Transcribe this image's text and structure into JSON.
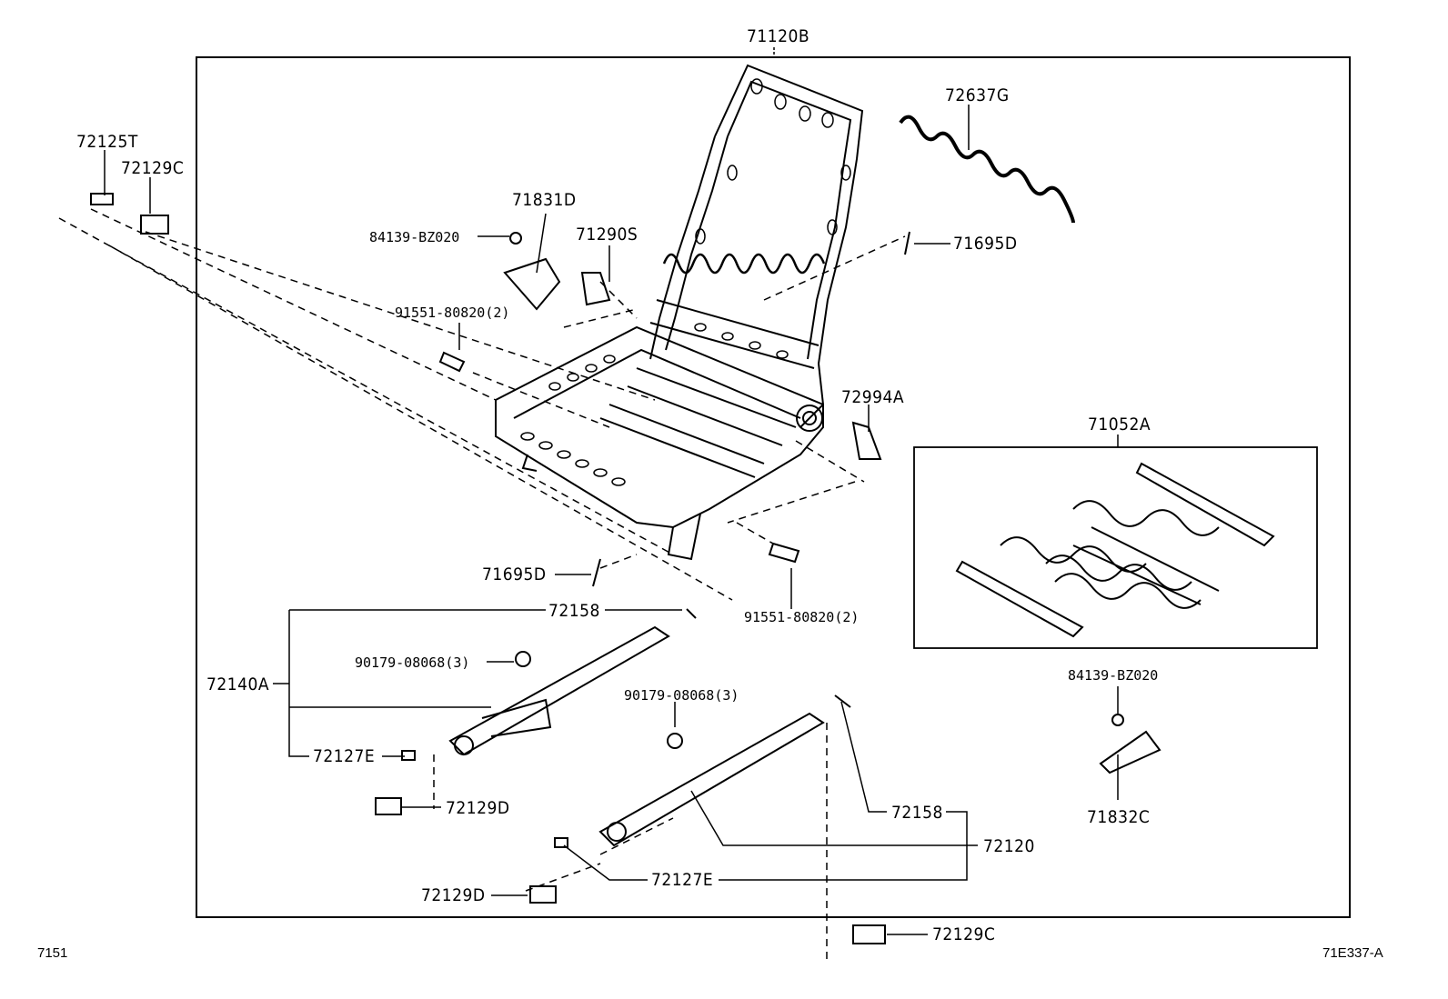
{
  "labels": {
    "l_71120B": "71120B",
    "l_72125T": "72125T",
    "l_72129C_a": "72129C",
    "l_72637G": "72637G",
    "l_71831D": "71831D",
    "l_84139_a": "84139-BZ020",
    "l_71290S": "71290S",
    "l_71695D_a": "71695D",
    "l_91551_a": "91551-80820(2)",
    "l_72994A": "72994A",
    "l_71052A": "71052A",
    "l_71695D_b": "71695D",
    "l_72158_a": "72158",
    "l_91551_b": "91551-80820(2)",
    "l_90179_a": "90179-08068(3)",
    "l_72140A": "72140A",
    "l_90179_b": "90179-08068(3)",
    "l_84139_b": "84139-BZ020",
    "l_72127E_a": "72127E",
    "l_72129D_a": "72129D",
    "l_72158_b": "72158",
    "l_71832C": "71832C",
    "l_72120": "72120",
    "l_72127E_b": "72127E",
    "l_72129D_b": "72129D",
    "l_72129C_b": "72129C"
  },
  "footer": {
    "left_code": "7151",
    "right_code": "71E337-A"
  }
}
